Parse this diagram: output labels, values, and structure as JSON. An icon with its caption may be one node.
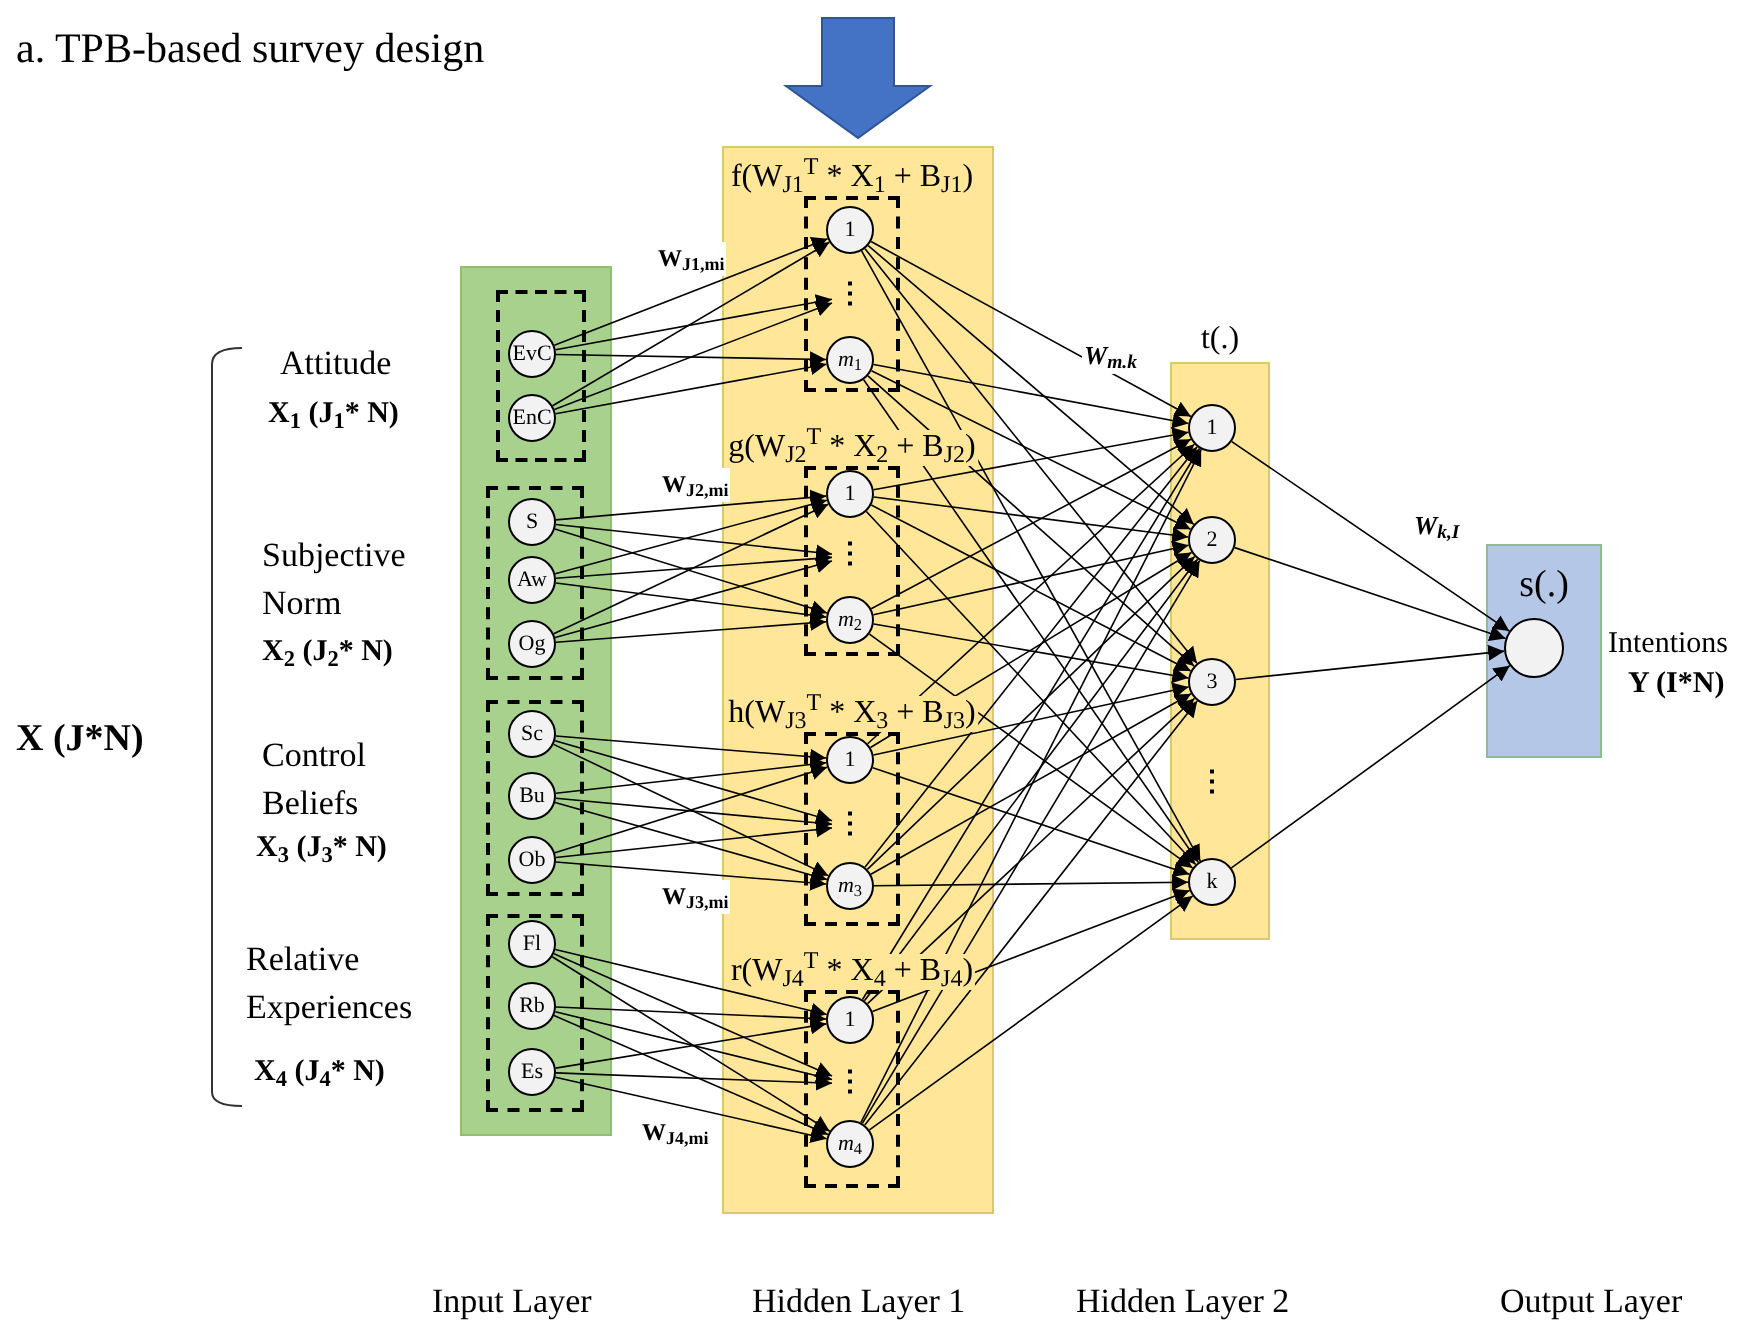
{
  "diagram": {
    "title": "a. TPB-based survey design",
    "nodes": [
      {
        "text": [],
        "shape": "box"
      },
      {
        "text": [],
        "shape": "box",
        "in": 0
      },
      {
        "text": [
          "EvC"
        ],
        "in": 1
      },
      {
        "text": [
          "EnC"
        ],
        "in": 1
      },
      {
        "text": [],
        "shape": "box",
        "in": 0
      },
      {
        "text": [
          "S"
        ],
        "in": 4
      },
      {
        "text": [
          "Aw"
        ],
        "in": 4
      },
      {
        "text": [
          "Og"
        ],
        "in": 4
      },
      {
        "text": [],
        "shape": "box",
        "in": 0
      },
      {
        "text": [
          "Sc"
        ],
        "in": 8
      },
      {
        "text": [
          "Bu"
        ],
        "in": 8
      },
      {
        "text": [
          "Ob"
        ],
        "in": 8
      },
      {
        "text": [],
        "shape": "box",
        "in": 0
      },
      {
        "text": [
          "Fl"
        ],
        "in": 12
      },
      {
        "text": [
          "Rb"
        ],
        "in": 12
      },
      {
        "text": [
          "Es"
        ],
        "in": 12
      },
      {
        "text": [],
        "shape": "box"
      },
      {
        "text": [
          "f(W$_{J1}$$^{T}$ * X$_{1}$ + B$_{J1}$)"
        ],
        "in": 16
      },
      {
        "text": [
          "1"
        ],
        "in": 17
      },
      {
        "text": [
          "⋮"
        ],
        "in": 17
      },
      {
        "text": [
          "*m*$_{1}$"
        ],
        "in": 17
      },
      {
        "text": [
          "g(W$_{J2}$$^{T}$ * X$_{2}$ + B$_{J2}$)"
        ],
        "in": 16
      },
      {
        "text": [
          "1"
        ],
        "in": 21
      },
      {
        "text": [
          "⋮"
        ],
        "in": 21
      },
      {
        "text": [
          "*m*$_{2}$"
        ],
        "in": 21
      },
      {
        "text": [
          "h(W$_{J3}$$^{T}$ * X$_{3}$ + B$_{J3}$)"
        ],
        "in": 16
      },
      {
        "text": [
          "1"
        ],
        "in": 25
      },
      {
        "text": [
          "⋮"
        ],
        "in": 25
      },
      {
        "text": [
          "*m*$_{3}$"
        ],
        "in": 25
      },
      {
        "text": [
          "r(W$_{J4}$$^{T}$ * X$_{4}$ + B$_{J4}$)"
        ],
        "in": 16
      },
      {
        "text": [
          "1"
        ],
        "in": 29
      },
      {
        "text": [
          "⋮"
        ],
        "in": 29
      },
      {
        "text": [
          "*m*$_{4}$"
        ],
        "in": 29
      },
      {
        "text": [
          "t(.)"
        ]
      },
      {
        "text": [
          "1"
        ],
        "in": 33
      },
      {
        "text": [
          "2"
        ],
        "in": 33
      },
      {
        "text": [
          "3"
        ],
        "in": 33
      },
      {
        "text": [
          "⋮"
        ],
        "in": 33
      },
      {
        "text": [
          "k"
        ],
        "in": 33
      },
      {
        "text": [
          "s(.)"
        ],
        "beside": [
          "Intentions",
          "Y (I*N)"
        ]
      },
      {
        "text": [],
        "shape": "circle",
        "in": 39
      }
    ],
    "edges": [
      {
        "from": null,
        "to": 16,
        "arrow": "to",
        "style": "thick",
        "color": "#4472c4"
      },
      {
        "from": 2,
        "to": 18,
        "arrow": "to"
      },
      {
        "from": 2,
        "to": 19,
        "arrow": "to"
      },
      {
        "from": 2,
        "to": 20,
        "arrow": "to"
      },
      {
        "from": 3,
        "to": 18,
        "arrow": "to"
      },
      {
        "from": 3,
        "to": 19,
        "arrow": "to"
      },
      {
        "from": 3,
        "to": 20,
        "arrow": "to"
      },
      {
        "from": 5,
        "to": 22,
        "arrow": "to"
      },
      {
        "from": 5,
        "to": 23,
        "arrow": "to"
      },
      {
        "from": 5,
        "to": 24,
        "arrow": "to"
      },
      {
        "from": 6,
        "to": 22,
        "arrow": "to"
      },
      {
        "from": 6,
        "to": 23,
        "arrow": "to"
      },
      {
        "from": 6,
        "to": 24,
        "arrow": "to"
      },
      {
        "from": 7,
        "to": 22,
        "arrow": "to"
      },
      {
        "from": 7,
        "to": 23,
        "arrow": "to"
      },
      {
        "from": 7,
        "to": 24,
        "arrow": "to"
      },
      {
        "from": 9,
        "to": 26,
        "arrow": "to"
      },
      {
        "from": 9,
        "to": 27,
        "arrow": "to"
      },
      {
        "from": 9,
        "to": 28,
        "arrow": "to"
      },
      {
        "from": 10,
        "to": 26,
        "arrow": "to"
      },
      {
        "from": 10,
        "to": 27,
        "arrow": "to"
      },
      {
        "from": 10,
        "to": 28,
        "arrow": "to"
      },
      {
        "from": 11,
        "to": 26,
        "arrow": "to"
      },
      {
        "from": 11,
        "to": 27,
        "arrow": "to"
      },
      {
        "from": 11,
        "to": 28,
        "arrow": "to"
      },
      {
        "from": 13,
        "to": 30,
        "arrow": "to"
      },
      {
        "from": 13,
        "to": 31,
        "arrow": "to"
      },
      {
        "from": 13,
        "to": 32,
        "arrow": "to"
      },
      {
        "from": 14,
        "to": 30,
        "arrow": "to"
      },
      {
        "from": 14,
        "to": 31,
        "arrow": "to"
      },
      {
        "from": 14,
        "to": 32,
        "arrow": "to"
      },
      {
        "from": 15,
        "to": 30,
        "arrow": "to"
      },
      {
        "from": 15,
        "to": 31,
        "arrow": "to"
      },
      {
        "from": 15,
        "to": 32,
        "arrow": "to"
      },
      {
        "from": 18,
        "to": 34,
        "arrow": "to"
      },
      {
        "from": 18,
        "to": 35,
        "arrow": "to"
      },
      {
        "from": 18,
        "to": 36,
        "arrow": "to"
      },
      {
        "from": 18,
        "to": 38,
        "arrow": "to"
      },
      {
        "from": 20,
        "to": 34,
        "arrow": "to"
      },
      {
        "from": 20,
        "to": 35,
        "arrow": "to"
      },
      {
        "from": 20,
        "to": 36,
        "arrow": "to"
      },
      {
        "from": 20,
        "to": 38,
        "arrow": "to"
      },
      {
        "from": 22,
        "to": 34,
        "arrow": "to"
      },
      {
        "from": 22,
        "to": 35,
        "arrow": "to"
      },
      {
        "from": 22,
        "to": 36,
        "arrow": "to"
      },
      {
        "from": 22,
        "to": 38,
        "arrow": "to"
      },
      {
        "from": 24,
        "to": 34,
        "arrow": "to"
      },
      {
        "from": 24,
        "to": 35,
        "arrow": "to"
      },
      {
        "from": 24,
        "to": 36,
        "arrow": "to"
      },
      {
        "from": 24,
        "to": 38,
        "arrow": "to"
      },
      {
        "from": 26,
        "to": 34,
        "arrow": "to"
      },
      {
        "from": 26,
        "to": 35,
        "arrow": "to"
      },
      {
        "from": 26,
        "to": 36,
        "arrow": "to"
      },
      {
        "from": 26,
        "to": 38,
        "arrow": "to"
      },
      {
        "from": 28,
        "to": 34,
        "arrow": "to"
      },
      {
        "from": 28,
        "to": 35,
        "arrow": "to"
      },
      {
        "from": 28,
        "to": 36,
        "arrow": "to"
      },
      {
        "from": 28,
        "to": 38,
        "arrow": "to"
      },
      {
        "from": 30,
        "to": 34,
        "arrow": "to"
      },
      {
        "from": 30,
        "to": 35,
        "arrow": "to"
      },
      {
        "from": 30,
        "to": 36,
        "arrow": "to"
      },
      {
        "from": 30,
        "to": 38,
        "arrow": "to"
      },
      {
        "from": 32,
        "to": 34,
        "arrow": "to"
      },
      {
        "from": 32,
        "to": 35,
        "arrow": "to"
      },
      {
        "from": 32,
        "to": 36,
        "arrow": "to"
      },
      {
        "from": 32,
        "to": 38,
        "arrow": "to"
      },
      {
        "from": 34,
        "to": 40,
        "arrow": "to"
      },
      {
        "from": 35,
        "to": 40,
        "arrow": "to"
      },
      {
        "from": 36,
        "to": 40,
        "arrow": "to"
      },
      {
        "from": 38,
        "to": 40,
        "arrow": "to"
      }
    ],
    "labels": [
      "Attitude",
      "X$_{1}$ (J$_{1}$* N)",
      "Subjective Norm",
      "X$_{2}$ (J$_{2}$* N)",
      "Control Beliefs",
      "X$_{3}$ (J$_{3}$* N)",
      "Relative Experiences",
      "X$_{4}$ (J$_{4}$* N)",
      "X (J*N)",
      "W$_{J1,mi}$",
      "W$_{J2,mi}$",
      "W$_{J3,mi}$",
      "W$_{J4,mi}$",
      "W$_{m.k}$",
      "W$_{k,I}$",
      "Input Layer",
      "Hidden Layer 1",
      "Hidden Layer 2",
      "Output Layer"
    ]
  }
}
